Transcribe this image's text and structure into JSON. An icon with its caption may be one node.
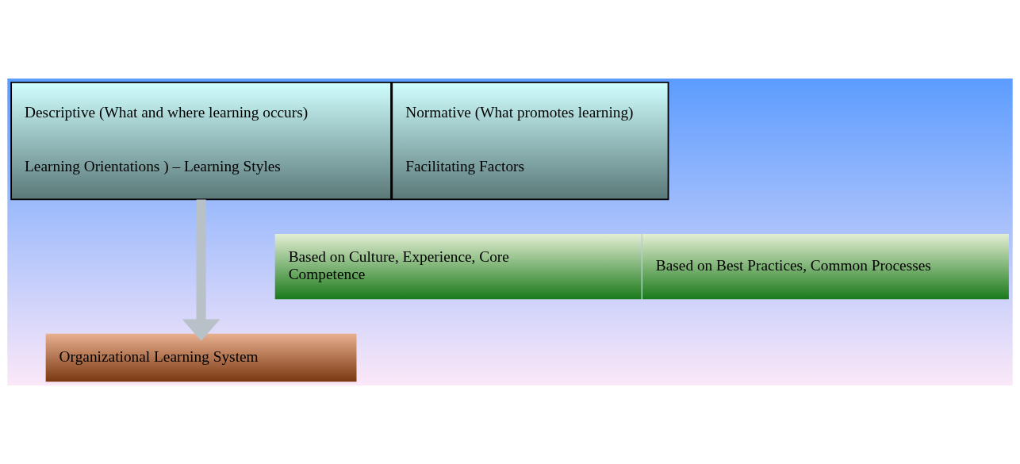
{
  "diagram": {
    "nodes": [
      {
        "text": [
          "Descriptive (What and where learning occurs)",
          "Learning Orientations ) – Learning Styles"
        ]
      },
      {
        "text": [
          "Normative (What promotes learning)",
          "Facilitating Factors"
        ]
      },
      {
        "text": [
          "Based on Culture, Experience, Core Competence"
        ]
      },
      {
        "text": [
          "Based on Best Practices, Common Processes"
        ]
      },
      {
        "text": [
          "Organizational Learning System"
        ]
      }
    ],
    "edges": [
      {
        "from": 0,
        "to": 4,
        "arrow": "to"
      }
    ]
  }
}
